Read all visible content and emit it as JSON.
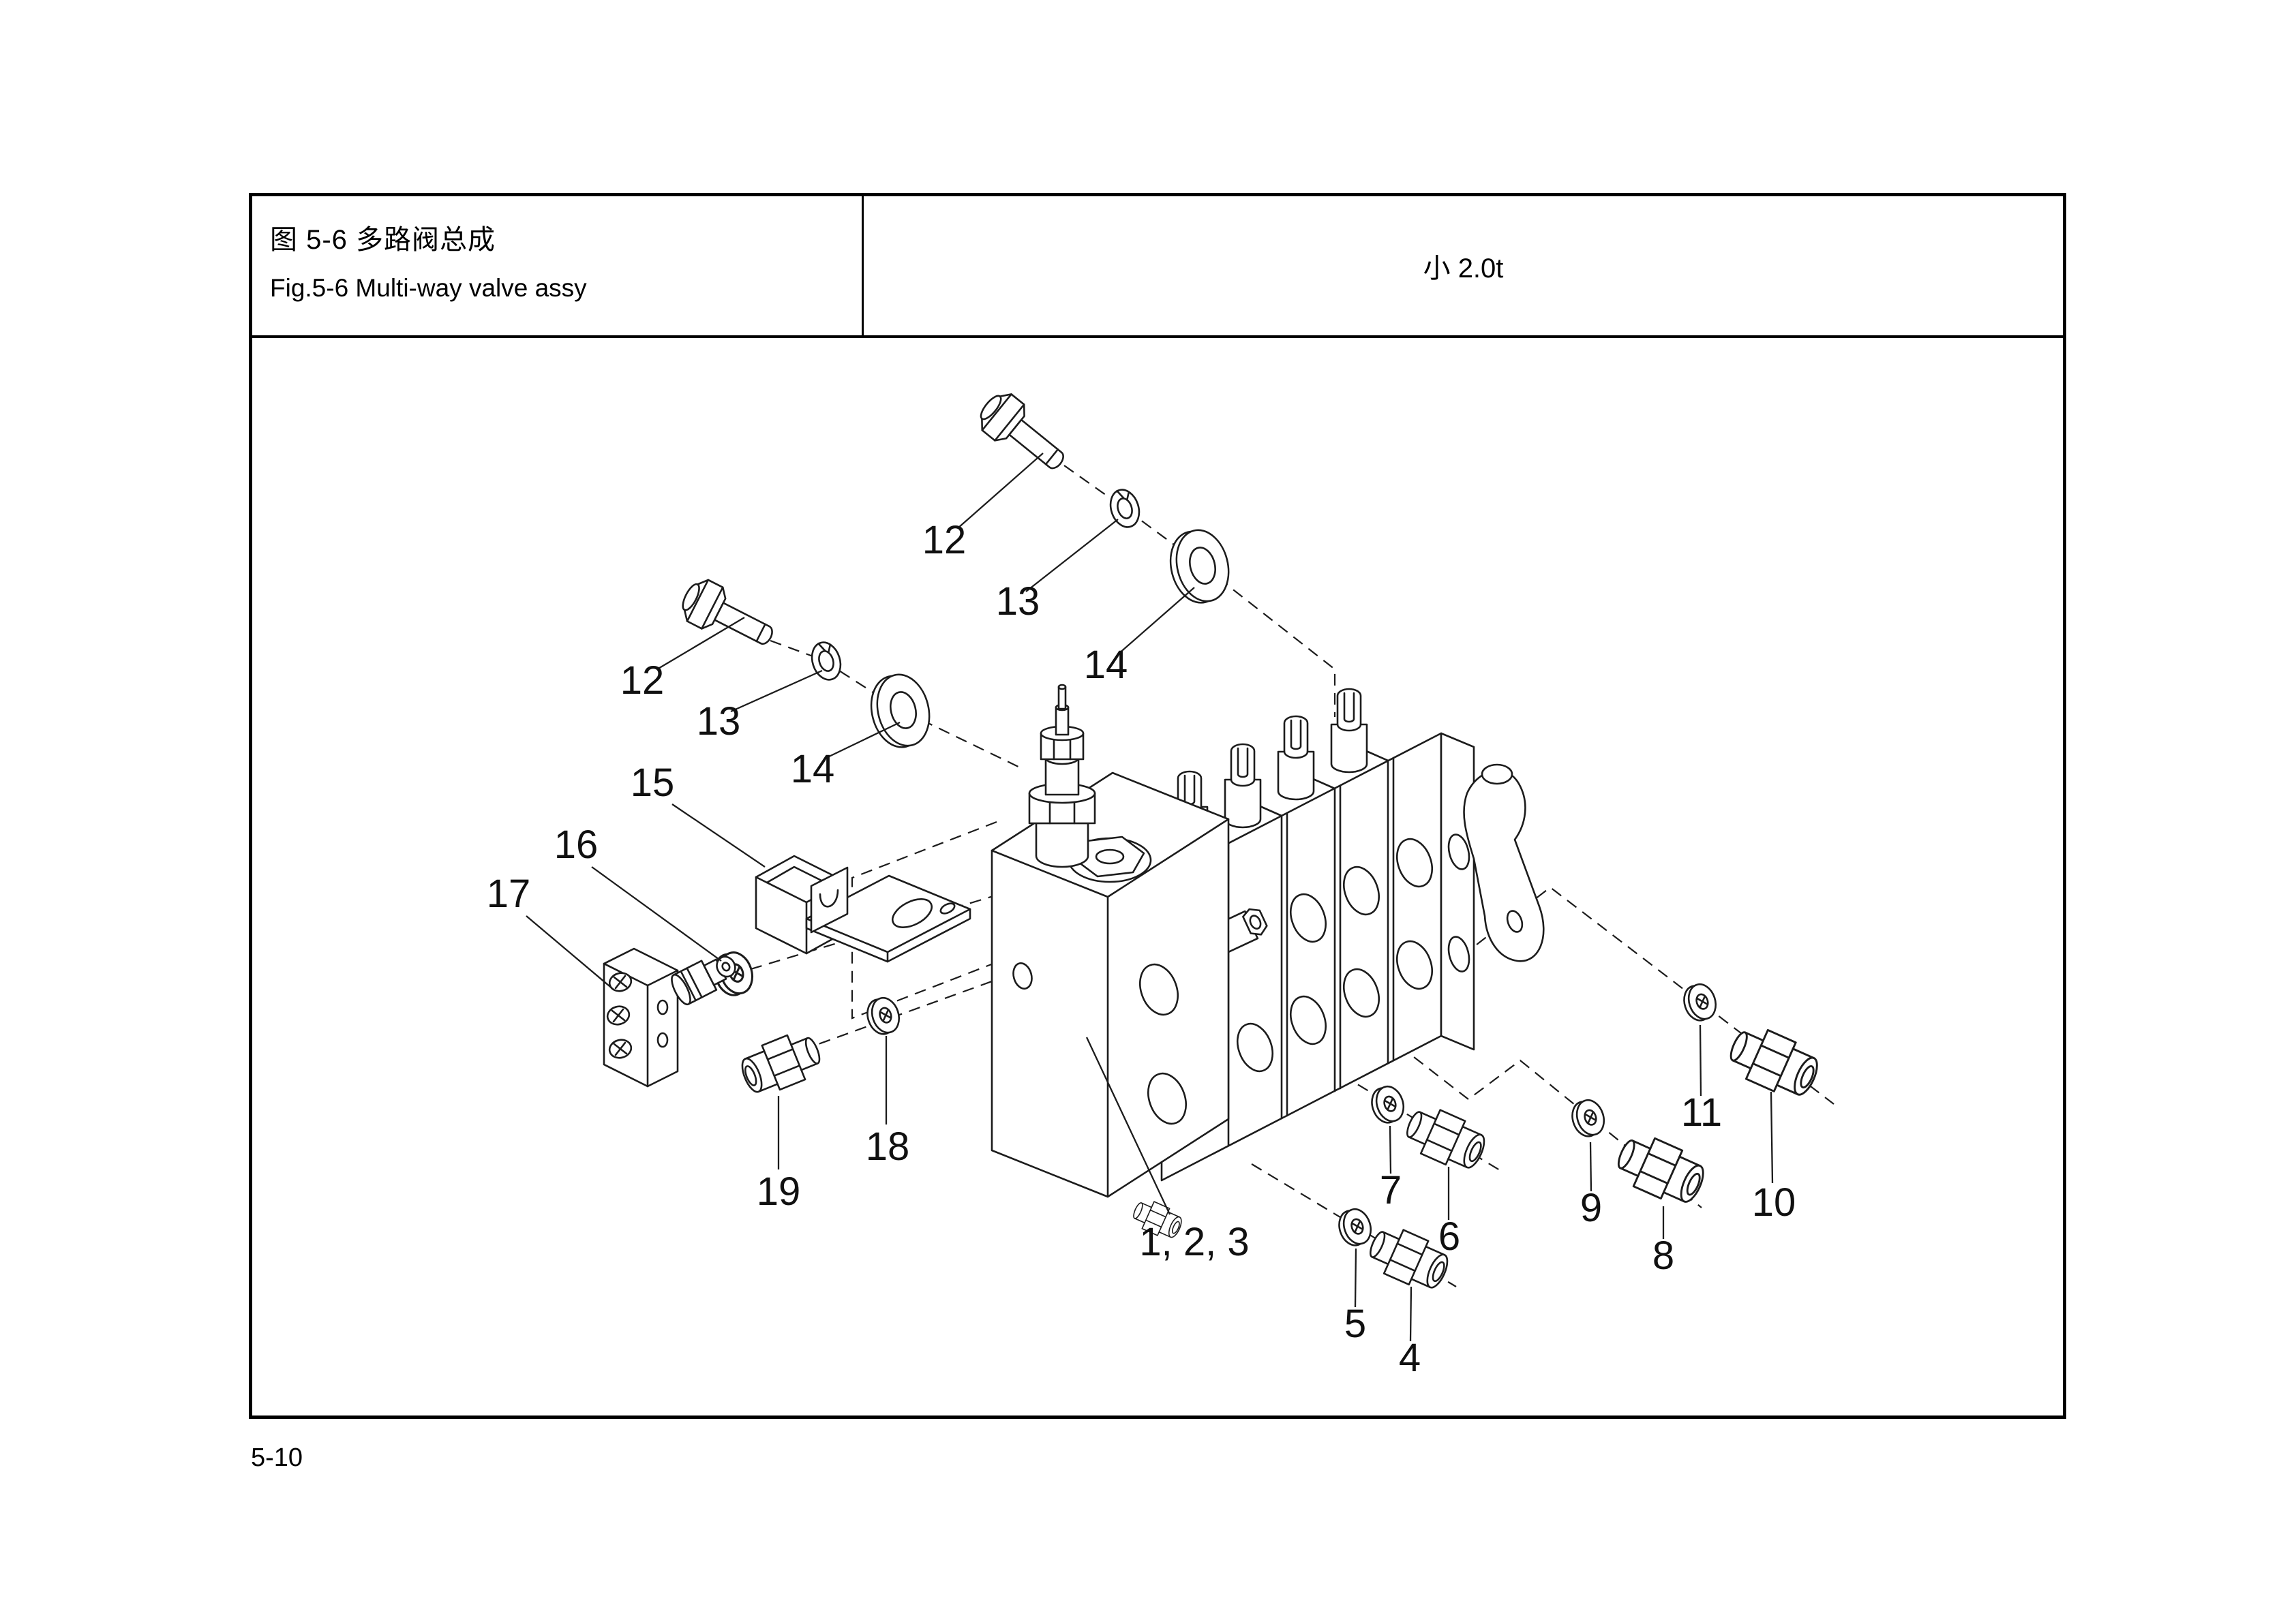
{
  "title_block": {
    "figure_title_zh": "图 5-6 多路阀总成",
    "figure_title_en": "Fig.5-6 Multi-way valve assy",
    "variant_label": "小 2.0t"
  },
  "footer": {
    "page_number": "5-10"
  },
  "diagram": {
    "description": "Exploded isometric view of multi-way control valve with numbered part callouts",
    "callouts": [
      {
        "id": "callout-12-upper",
        "label": "12"
      },
      {
        "id": "callout-13-upper",
        "label": "13"
      },
      {
        "id": "callout-14-upper",
        "label": "14"
      },
      {
        "id": "callout-12-lower",
        "label": "12"
      },
      {
        "id": "callout-13-lower",
        "label": "13"
      },
      {
        "id": "callout-14-lower",
        "label": "14"
      },
      {
        "id": "callout-15",
        "label": "15"
      },
      {
        "id": "callout-16",
        "label": "16"
      },
      {
        "id": "callout-17",
        "label": "17"
      },
      {
        "id": "callout-18",
        "label": "18"
      },
      {
        "id": "callout-19",
        "label": "19"
      },
      {
        "id": "callout-valve-body",
        "label": "1, 2, 3"
      },
      {
        "id": "callout-5",
        "label": "5"
      },
      {
        "id": "callout-4",
        "label": "4"
      },
      {
        "id": "callout-7",
        "label": "7"
      },
      {
        "id": "callout-6",
        "label": "6"
      },
      {
        "id": "callout-9",
        "label": "9"
      },
      {
        "id": "callout-8",
        "label": "8"
      },
      {
        "id": "callout-11",
        "label": "11"
      },
      {
        "id": "callout-10",
        "label": "10"
      }
    ]
  }
}
